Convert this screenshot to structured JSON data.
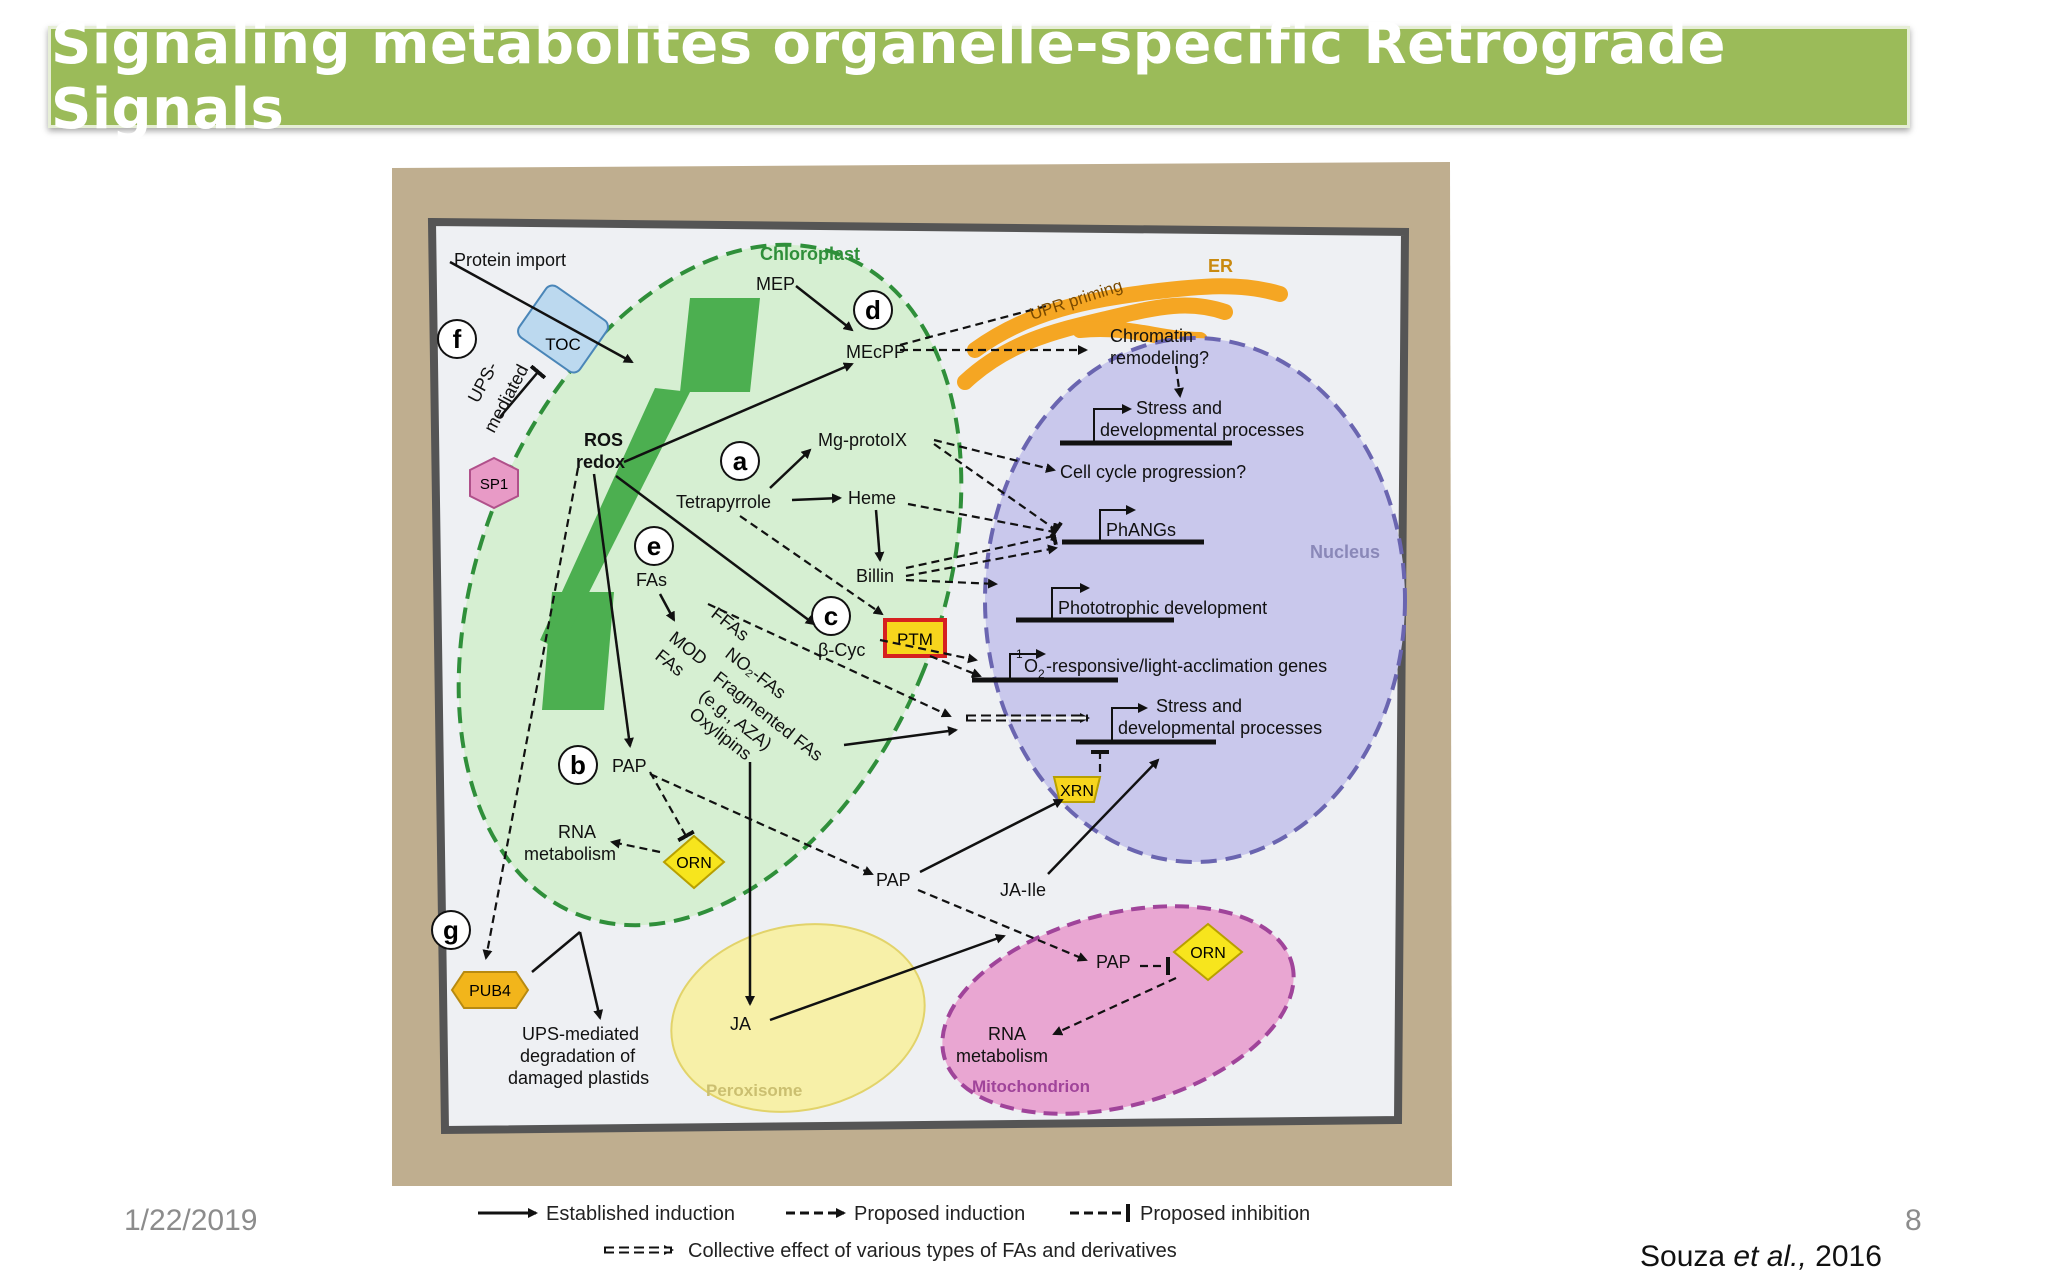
{
  "slide": {
    "title": "Signaling metabolites organelle-specific Retrograde Signals",
    "date": "1/22/2019",
    "page": "8",
    "citation": {
      "author": "Souza",
      "etal": "et al.,",
      "year": "2016"
    }
  },
  "diagram": {
    "letters": {
      "a": "a",
      "b": "b",
      "c": "c",
      "d": "d",
      "e": "e",
      "f": "f",
      "g": "g"
    },
    "organelles": {
      "chloroplast": "Chloroplast",
      "er": "ER",
      "nucleus": "Nucleus",
      "peroxisome": "Peroxisome",
      "mitochondrion": "Mitochondrion"
    },
    "labels": {
      "protein_import": "Protein import",
      "toc": "TOC",
      "ups_mediated_1": "UPS-",
      "ups_mediated_2": "mediated",
      "sp1": "SP1",
      "ros": "ROS",
      "redox": "redox",
      "mep": "MEP",
      "mecpp": "MEcPP",
      "upr_priming": "UPR priming",
      "chromatin_1": "Chromatin",
      "chromatin_2": "remodeling?",
      "stress_1a": "Stress and",
      "stress_1b": "developmental processes",
      "mg_protoix": "Mg-protoIX",
      "cell_cycle": "Cell cycle progression?",
      "tetrapyrrole": "Tetrapyrrole",
      "heme": "Heme",
      "phangs": "PhANGs",
      "billin": "Billin",
      "fas": "FAs",
      "ffas": "FFAs",
      "phototrophic": "Phototrophic development",
      "ptm": "PTM",
      "beta_cyc": "β-Cyc",
      "o2_sup": "1",
      "o2_text": "O",
      "o2_sub": "2",
      "o2_rest": "-responsive/light-acclimation genes",
      "mod_fas_1": "MOD",
      "mod_fas_2": "FAs",
      "no2_fas": "NO₂-FAs",
      "fragmented": "Fragmented FAs",
      "aza": "(e.g., AZA)",
      "oxylipins": "Oxylipins",
      "stress_2a": "Stress and",
      "stress_2b": "developmental processes",
      "pap_chl": "PAP",
      "xrn": "XRN",
      "rna_1": "RNA",
      "rna_2": "metabolism",
      "orn": "ORN",
      "pap_cyto": "PAP",
      "ja_ile": "JA-Ile",
      "pap_mito": "PAP",
      "orn_mito": "ORN",
      "pub4": "PUB4",
      "ups_deg_1": "UPS-mediated",
      "ups_deg_2": "degradation of",
      "ups_deg_3": "damaged plastids",
      "ja": "JA",
      "rna_mito_1": "RNA",
      "rna_mito_2": "metabolism"
    },
    "legend": {
      "established": "Established induction",
      "proposed_induction": "Proposed induction",
      "proposed_inhibition": "Proposed inhibition",
      "collective": "Collective effect of various types of FAs and derivatives"
    },
    "colors": {
      "cell_wall": "#bfae8f",
      "cytoplasm": "#eef0f3",
      "chloroplast_fill": "#d6efd2",
      "chloroplast_edge": "#2f8f3a",
      "thylakoid": "#4caf50",
      "er": "#f5a623",
      "nucleus_fill": "#c9c8ec",
      "nucleus_edge": "#6a65b0",
      "peroxisome": "#f7f0a8",
      "mito_fill": "#e9a6d2",
      "mito_edge": "#a0449a",
      "enzyme_yellow": "#f7d51d",
      "ptm_edge": "#d62020",
      "sp1": "#e89ac6",
      "toc": "#bcd9ef",
      "pub4": "#f2b51b"
    }
  }
}
